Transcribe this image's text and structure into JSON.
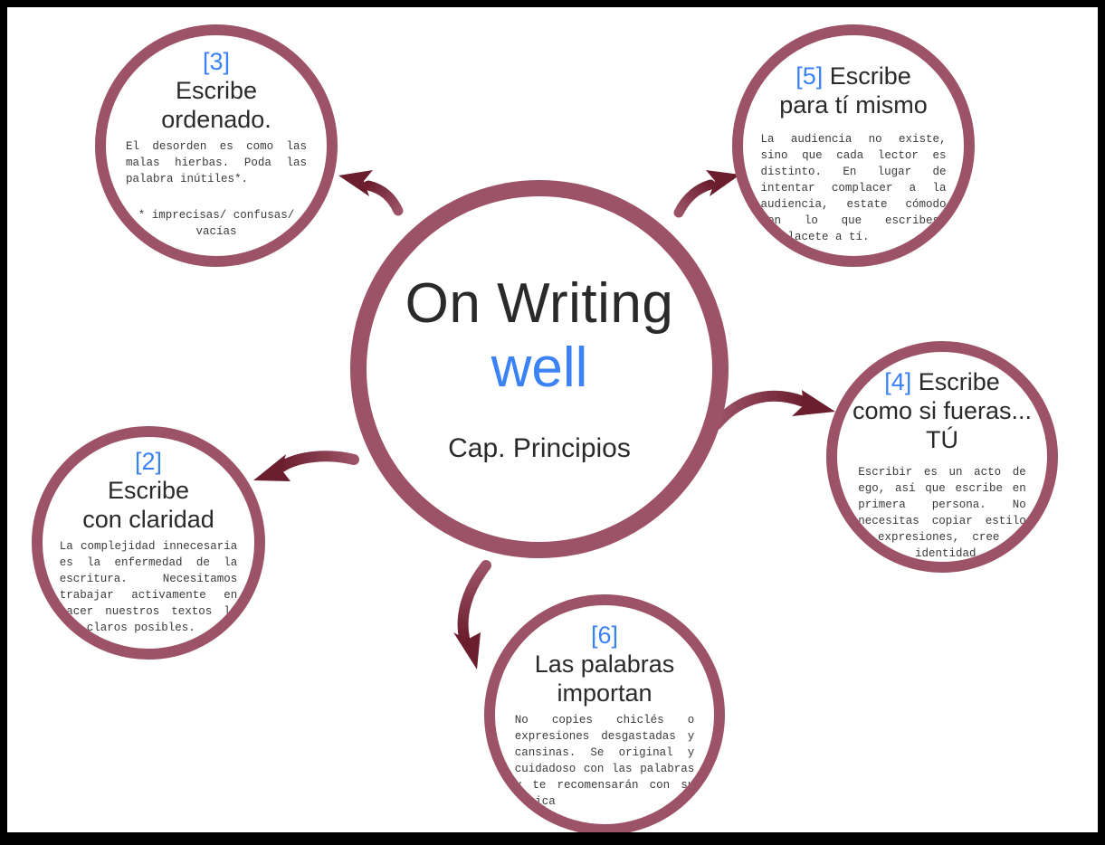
{
  "frame": {
    "border_color": "#000000",
    "background": "#ffffff"
  },
  "theme": {
    "ring_color": "#9d5367",
    "arrow_color": "#9d5367",
    "arrowhead_color": "#6b1f2e",
    "accent_blue": "#3b82f6",
    "text_color": "#2a2a2a",
    "body_text_color": "#3a3a3a"
  },
  "center": {
    "title_line1": "On Writing",
    "title_line2": "well",
    "caption": "Cap. Principios"
  },
  "nodes": [
    {
      "id": "node-3",
      "number": "[3]",
      "heading_line1": "Escribe",
      "heading_line2": "ordenado.",
      "body": "El desorden es como las malas hierbas. Poda las palabra inútiles*.",
      "note": "* imprecisas/ confusas/ vacías"
    },
    {
      "id": "node-5",
      "number": "[5]",
      "heading_line1": "Escribe",
      "heading_line2": "para tí mismo",
      "body": "La audiencia no existe, sino que cada lector es distinto. En lugar de intentar complacer a la audiencia, estate cómodo con lo que escribes, complacete a tí."
    },
    {
      "id": "node-4",
      "number": "[4]",
      "heading_line1": "Escribe",
      "heading_line2": "como si fueras...",
      "heading_line3": "TÚ",
      "body": "Escribir es un acto de ego, así que escribe en primera persona. No necesitas copiar estilo o expresiones, cree en tu identidad y opiniones."
    },
    {
      "id": "node-2",
      "number": "[2]",
      "heading_line1": "Escribe",
      "heading_line2": "con claridad",
      "body": "La complejidad innecesaria es la enfermedad de la escritura. Necesitamos trabajar activamente en hacer nuestros textos lo más claros posibles."
    },
    {
      "id": "node-6",
      "number": "[6]",
      "heading_line1": "Las palabras",
      "heading_line2": "importan",
      "body": "No copies chiclés o expresiones desgastadas y cansinas. Se original y cuidadoso con las palabras y te recomensarán con su música"
    }
  ],
  "arrows": [
    {
      "name": "arrow-to-node-3",
      "from": "center",
      "to": "node-3",
      "direction": "up-left"
    },
    {
      "name": "arrow-to-node-5",
      "from": "center",
      "to": "node-5",
      "direction": "up-right"
    },
    {
      "name": "arrow-to-node-4",
      "from": "center",
      "to": "node-4",
      "direction": "right"
    },
    {
      "name": "arrow-to-node-2",
      "from": "center",
      "to": "node-2",
      "direction": "left"
    },
    {
      "name": "arrow-to-node-6",
      "from": "center",
      "to": "node-6",
      "direction": "down"
    }
  ]
}
